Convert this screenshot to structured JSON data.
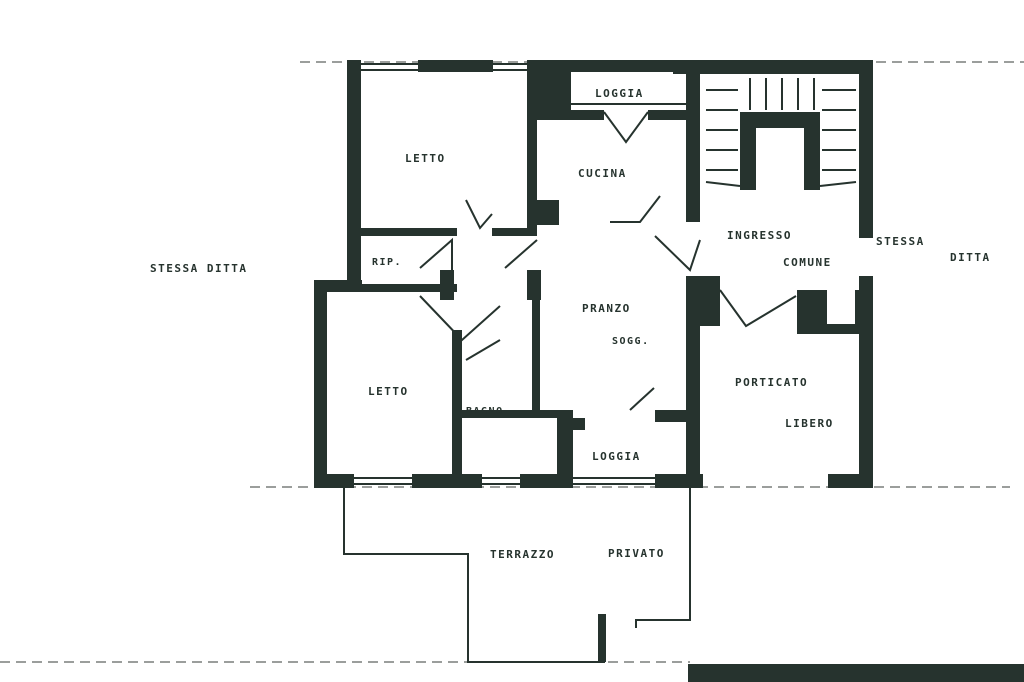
{
  "labels": {
    "letto_top": "LETTO",
    "letto_bottom": "LETTO",
    "loggia_top": "LOGGIA",
    "loggia_bottom": "LOGGIA",
    "cucina": "CUCINA",
    "rip": "RIP.",
    "bagno": "BAGNO",
    "pranzo": "PRANZO",
    "sogg": "SOGG.",
    "ingresso": "INGRESSO",
    "comune_a": "COMUNE",
    "stessa_ditta_left": "STESSA DITTA",
    "stessa_ditta_right_1": "STESSA",
    "stessa_ditta_right_2": "DITTA",
    "porticato": "PORTICATO",
    "libero": "LIBERO",
    "terrazzo": "TERRAZZO",
    "privato": "PRIVATO"
  },
  "colors": {
    "wall": "#26332e",
    "background": "#ffffff"
  }
}
